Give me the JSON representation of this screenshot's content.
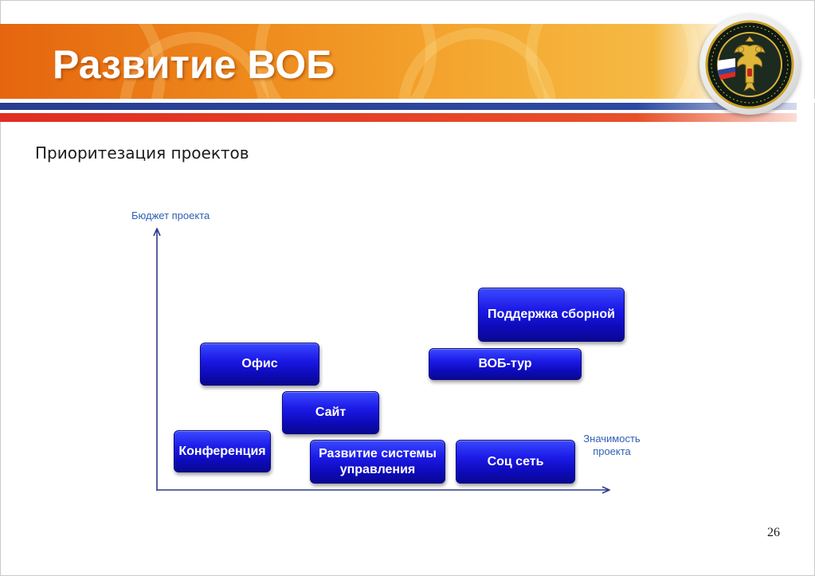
{
  "slide": {
    "title": "Развитие ВОБ",
    "subtitle": "Приоритезация проектов",
    "page_number": "26"
  },
  "colors": {
    "banner_orange": "#ee8a1c",
    "stripe_blue": "#283d8f",
    "stripe_red": "#e02d22",
    "box_blue": "#1c1ae6",
    "axis_label_blue": "#2f5fb3",
    "axis_line": "#2b3a8c"
  },
  "diagram": {
    "y_axis_label": "Бюджет проекта",
    "x_axis_label": "Значимость проекта",
    "projects": [
      {
        "id": "support",
        "label": "Поддержка сборной"
      },
      {
        "id": "office",
        "label": "Офис"
      },
      {
        "id": "tour",
        "label": "ВОБ-тур"
      },
      {
        "id": "site",
        "label": "Сайт"
      },
      {
        "id": "conference",
        "label": "Конференция"
      },
      {
        "id": "management",
        "label": "Развитие системы управления"
      },
      {
        "id": "social",
        "label": "Соц сеть"
      }
    ]
  },
  "emblem": {
    "icon": "double-headed-eagle-emblem"
  }
}
